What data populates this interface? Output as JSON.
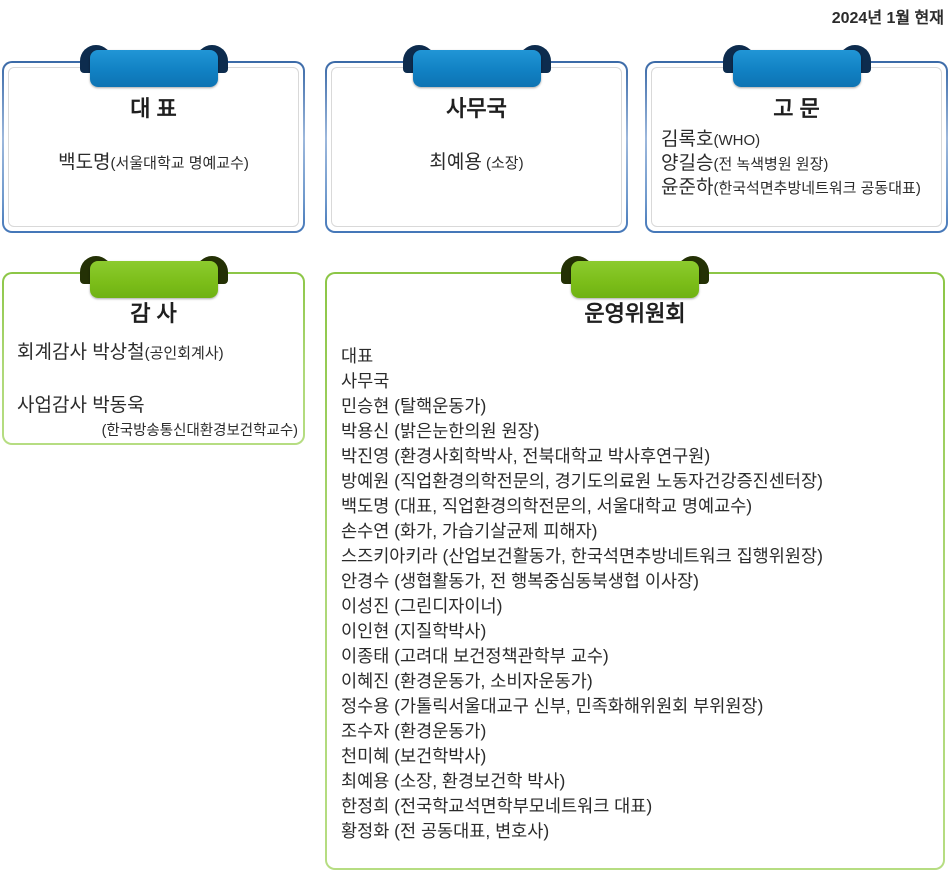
{
  "as_of": "2024년 1월 현재",
  "colors": {
    "blue_band": "#1586c9",
    "blue_curl": "#0d2c4e",
    "blue_border": "#4a7dbd",
    "green_band": "#7dc21f",
    "green_curl": "#243105",
    "green_border": "#a2d467",
    "inner_line": "#d9d9d9",
    "text": "#2b2b2b"
  },
  "cards": {
    "daepyo": {
      "title": "대 표",
      "members": [
        {
          "name": "백도명",
          "role": "(서울대학교 명예교수)"
        }
      ]
    },
    "samuguk": {
      "title": "사무국",
      "members": [
        {
          "name": "최예용",
          "role": " (소장)"
        }
      ]
    },
    "gomun": {
      "title": "고 문",
      "members": [
        {
          "name": "김록호",
          "role": "(WHO)"
        },
        {
          "name": "양길승",
          "role": "(전 녹색병원 원장)"
        },
        {
          "name": "윤준하",
          "role": "(한국석면추방네트워크 공동대표)"
        }
      ]
    },
    "gamsa": {
      "title": "감 사",
      "line1_name": "회계감사 박상철",
      "line1_role": "(공인회계사)",
      "line2_name": "사업감사 박동욱",
      "line2_role": "(한국방송통신대환경보건학교수)"
    },
    "steering": {
      "title": "운영위원회",
      "members": [
        "대표",
        "사무국",
        "민승현 (탈핵운동가)",
        "박용신 (밝은눈한의원 원장)",
        "박진영 (환경사회학박사, 전북대학교 박사후연구원)",
        "방예원 (직업환경의학전문의, 경기도의료원 노동자건강증진센터장)",
        "백도명 (대표, 직업환경의학전문의, 서울대학교 명예교수)",
        "손수연 (화가, 가습기살균제 피해자)",
        "스즈키아키라 (산업보건활동가, 한국석면추방네트워크 집행위원장)",
        "안경수 (생협활동가, 전 행복중심동북생협 이사장)",
        "이성진 (그린디자이너)",
        "이인현 (지질학박사)",
        "이종태 (고려대 보건정책관학부 교수)",
        "이혜진 (환경운동가, 소비자운동가)",
        "정수용 (가톨릭서울대교구 신부, 민족화해위원회 부위원장)",
        "조수자 (환경운동가)",
        "천미혜 (보건학박사)",
        "최예용 (소장, 환경보건학 박사)",
        "한정희 (전국학교석면학부모네트워크 대표)",
        "황정화 (전 공동대표, 변호사)"
      ]
    }
  }
}
